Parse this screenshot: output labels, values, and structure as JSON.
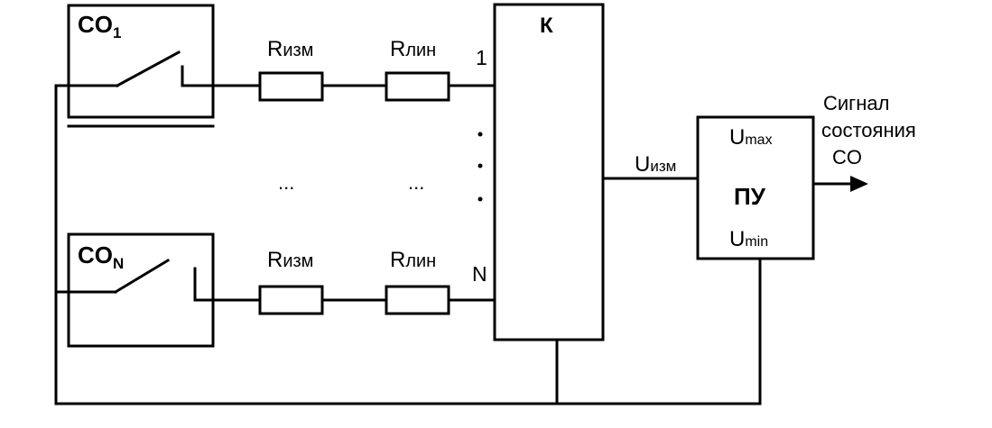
{
  "sensor_1": {
    "label": "CO",
    "subscript": "1"
  },
  "sensor_n": {
    "label": "CO",
    "subscript": "N"
  },
  "resistor_measure": {
    "label": "R",
    "subscript": "изм"
  },
  "resistor_line": {
    "label": "R",
    "subscript": "лин"
  },
  "commutator": {
    "label": "К",
    "input_first": "1",
    "input_last": "N"
  },
  "measured_voltage": {
    "label": "U",
    "subscript": "изм"
  },
  "processor": {
    "label": "ПУ",
    "umax": "U",
    "umax_sub": "max",
    "umin": "U",
    "umin_sub": "min"
  },
  "output_signal": {
    "line1": "Сигнал",
    "line2": "состояния",
    "line3": "CO"
  },
  "ellipsis": "..."
}
